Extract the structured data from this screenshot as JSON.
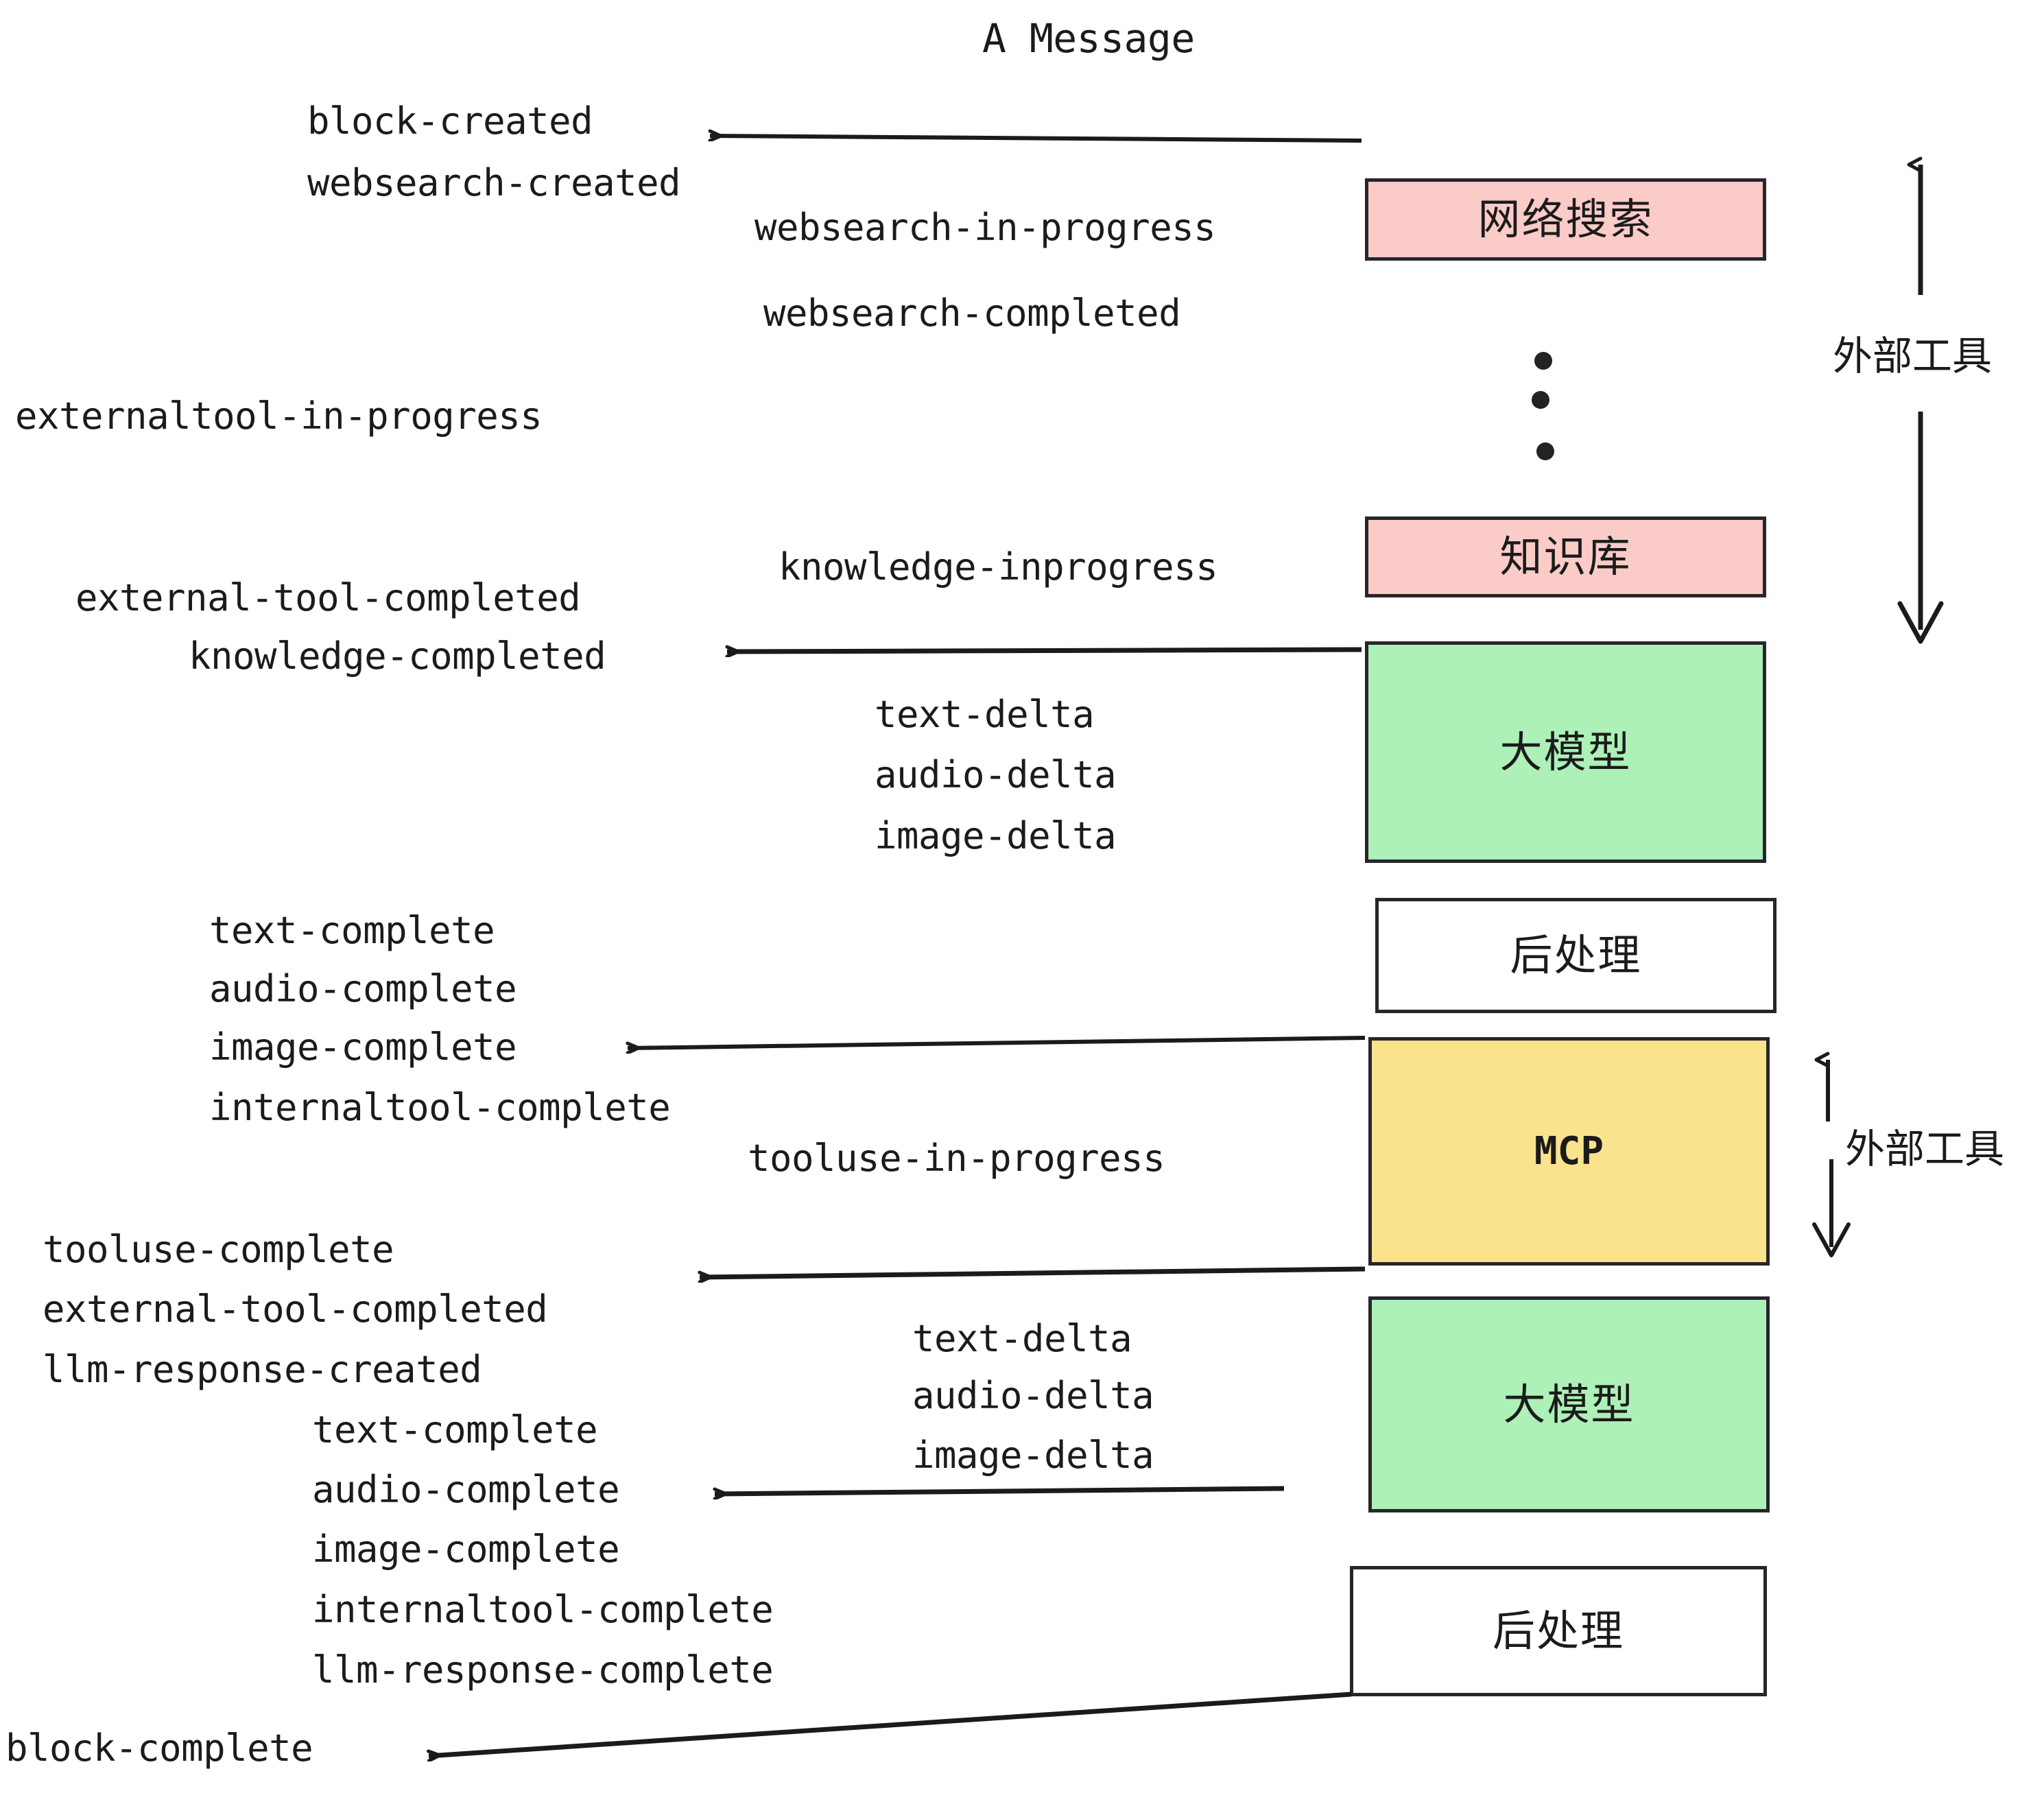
{
  "title": "A Message",
  "colors": {
    "pink": "#FBCBC8",
    "green": "#ADF0B8",
    "yellow": "#FAE38C",
    "white": "#FFFFFF",
    "stroke": "#26262B",
    "text": "#1B1B1B",
    "background": "#FFFFFF"
  },
  "boxes": [
    {
      "id": "websearch",
      "label": "网络搜索",
      "fill": "pink"
    },
    {
      "id": "knowledge",
      "label": "知识库",
      "fill": "pink"
    },
    {
      "id": "llm-top",
      "label": "大模型",
      "fill": "green"
    },
    {
      "id": "postprocess-top",
      "label": "后处理",
      "fill": "white"
    },
    {
      "id": "mcp",
      "label": "MCP",
      "fill": "yellow"
    },
    {
      "id": "llm-bottom",
      "label": "大模型",
      "fill": "green"
    },
    {
      "id": "postprocess-bottom",
      "label": "后处理",
      "fill": "white"
    }
  ],
  "side_labels": [
    {
      "id": "external-tool-upper",
      "label": "外部工具"
    },
    {
      "id": "external-tool-lower",
      "label": "外部工具"
    }
  ],
  "events": [
    {
      "id": "block-created",
      "label": "block-created"
    },
    {
      "id": "websearch-created",
      "label": "websearch-created"
    },
    {
      "id": "websearch-in-progress",
      "label": "websearch-in-progress"
    },
    {
      "id": "websearch-completed",
      "label": "websearch-completed"
    },
    {
      "id": "externaltool-in-progress",
      "label": "externaltool-in-progress"
    },
    {
      "id": "knowledge-inprogress",
      "label": "knowledge-inprogress"
    },
    {
      "id": "external-tool-completed-1",
      "label": "external-tool-completed"
    },
    {
      "id": "knowledge-completed",
      "label": "knowledge-completed"
    },
    {
      "id": "text-delta-1",
      "label": "text-delta"
    },
    {
      "id": "audio-delta-1",
      "label": "audio-delta"
    },
    {
      "id": "image-delta-1",
      "label": "image-delta"
    },
    {
      "id": "text-complete-1",
      "label": "text-complete"
    },
    {
      "id": "audio-complete-1",
      "label": "audio-complete"
    },
    {
      "id": "image-complete-1",
      "label": "image-complete"
    },
    {
      "id": "internaltool-complete-1",
      "label": "internaltool-complete"
    },
    {
      "id": "tooluse-in-progress",
      "label": "tooluse-in-progress"
    },
    {
      "id": "tooluse-complete",
      "label": "tooluse-complete"
    },
    {
      "id": "external-tool-completed-2",
      "label": "external-tool-completed"
    },
    {
      "id": "llm-response-created",
      "label": "llm-response-created"
    },
    {
      "id": "text-delta-2",
      "label": "text-delta"
    },
    {
      "id": "audio-delta-2",
      "label": "audio-delta"
    },
    {
      "id": "image-delta-2",
      "label": "image-delta"
    },
    {
      "id": "text-complete-2",
      "label": "text-complete"
    },
    {
      "id": "audio-complete-2",
      "label": "audio-complete"
    },
    {
      "id": "image-complete-2",
      "label": "image-complete"
    },
    {
      "id": "internaltool-complete-2",
      "label": "internaltool-complete"
    },
    {
      "id": "llm-response-complete",
      "label": "llm-response-complete"
    },
    {
      "id": "block-complete",
      "label": "block-complete"
    }
  ],
  "ellipsis": {
    "id": "vertical-ellipsis",
    "dots": 3
  }
}
